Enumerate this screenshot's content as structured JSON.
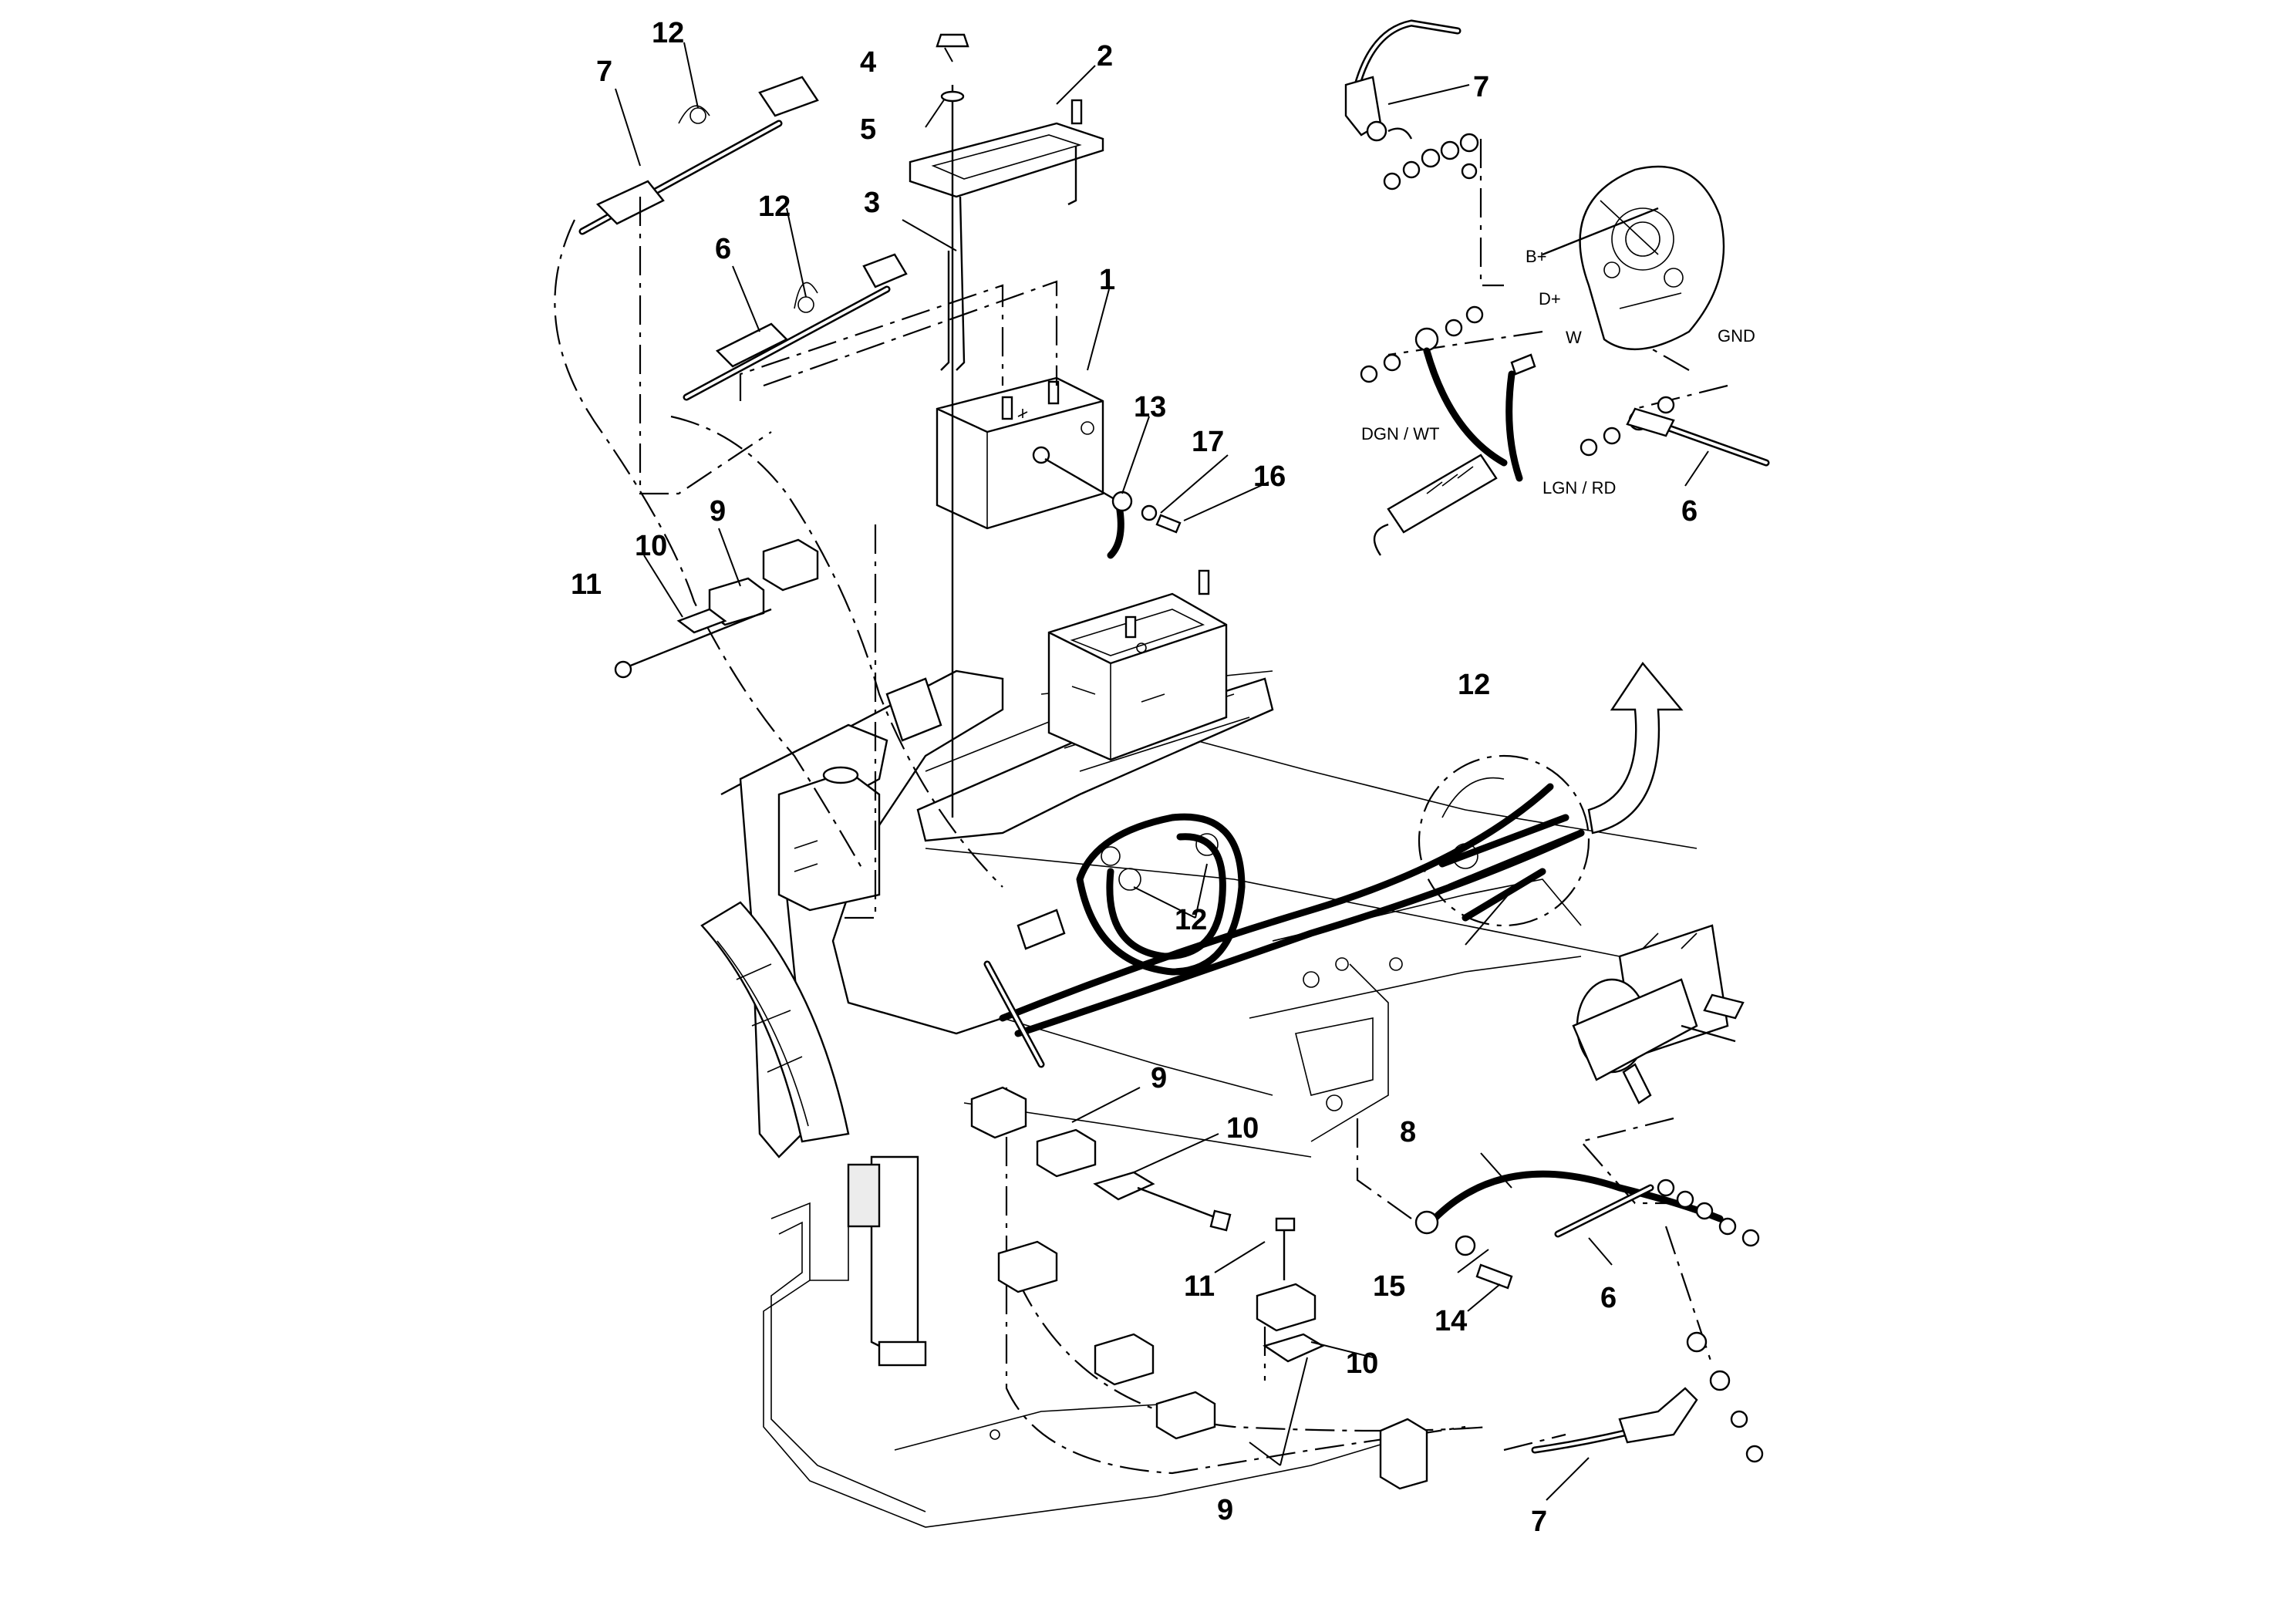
{
  "callouts": [
    {
      "id": "c1",
      "text": "1"
    },
    {
      "id": "c2",
      "text": "2"
    },
    {
      "id": "c3",
      "text": "3"
    },
    {
      "id": "c4",
      "text": "4"
    },
    {
      "id": "c5",
      "text": "5"
    },
    {
      "id": "c6a",
      "text": "6"
    },
    {
      "id": "c6b",
      "text": "6"
    },
    {
      "id": "c6c",
      "text": "6"
    },
    {
      "id": "c7a",
      "text": "7"
    },
    {
      "id": "c7b",
      "text": "7"
    },
    {
      "id": "c7c",
      "text": "7"
    },
    {
      "id": "c8",
      "text": "8"
    },
    {
      "id": "c9a",
      "text": "9"
    },
    {
      "id": "c9b",
      "text": "9"
    },
    {
      "id": "c9c",
      "text": "9"
    },
    {
      "id": "c10a",
      "text": "10"
    },
    {
      "id": "c10b",
      "text": "10"
    },
    {
      "id": "c10c",
      "text": "10"
    },
    {
      "id": "c11a",
      "text": "11"
    },
    {
      "id": "c11b",
      "text": "11"
    },
    {
      "id": "c12a",
      "text": "12"
    },
    {
      "id": "c12b",
      "text": "12"
    },
    {
      "id": "c12c",
      "text": "12"
    },
    {
      "id": "c12d",
      "text": "12"
    },
    {
      "id": "c13",
      "text": "13"
    },
    {
      "id": "c14",
      "text": "14"
    },
    {
      "id": "c15",
      "text": "15"
    },
    {
      "id": "c16",
      "text": "16"
    },
    {
      "id": "c17",
      "text": "17"
    }
  ],
  "wire_labels": {
    "b_plus": "B+",
    "d_plus": "D+",
    "w": "W",
    "gnd": "GND",
    "dgn_wt": "DGN / WT",
    "lgn_rd": "LGN / RD"
  }
}
